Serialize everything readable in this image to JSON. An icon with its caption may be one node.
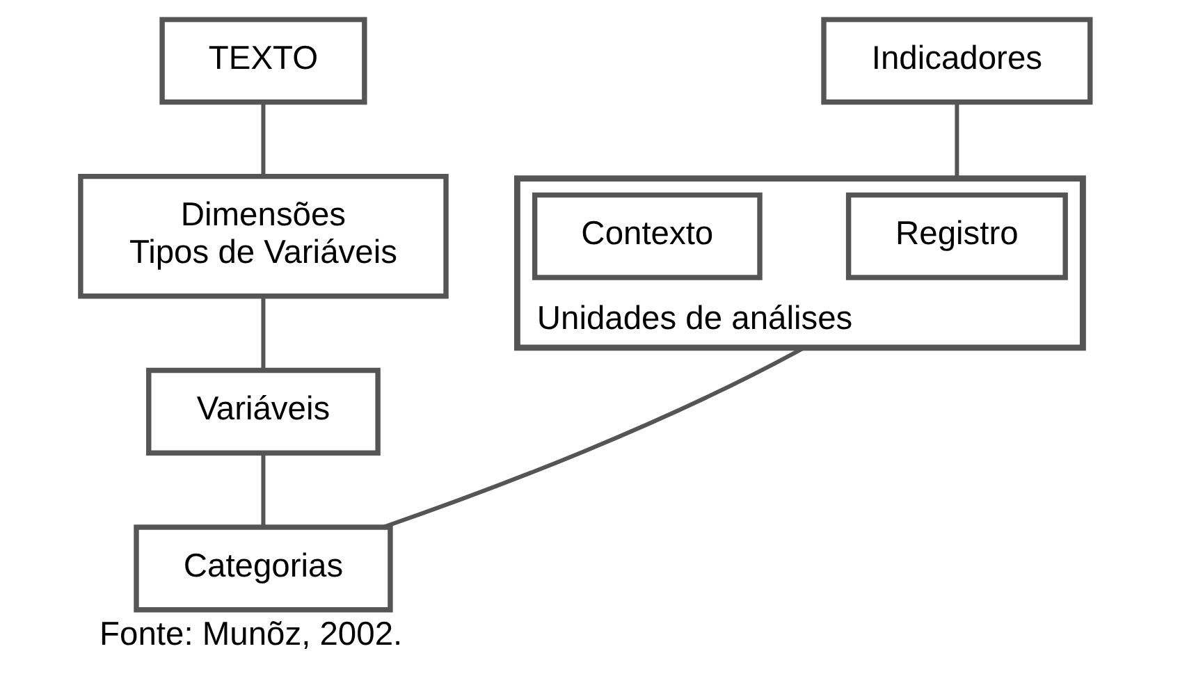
{
  "diagram": {
    "caption": "Fonte: Munõz, 2002.",
    "nodes": [
      {
        "text": [
          "TEXTO"
        ]
      },
      {
        "text": [
          "Dimensões Tipos de Variáveis"
        ]
      },
      {
        "text": [
          "Variáveis"
        ]
      },
      {
        "text": [
          "Categorias"
        ]
      },
      {
        "text": [
          "Indicadores"
        ]
      },
      {
        "text": [
          "Unidades de análises"
        ]
      },
      {
        "text": [
          "Registro"
        ],
        "in": 5
      },
      {
        "text": [
          "Contexto"
        ],
        "in": 5
      }
    ],
    "edges": [
      {
        "from": 0,
        "to": 1,
        "arrow": "none"
      },
      {
        "from": 1,
        "to": 2,
        "arrow": "none"
      },
      {
        "from": 2,
        "to": 3,
        "arrow": "none"
      },
      {
        "from": 3,
        "to": 5,
        "arrow": "none"
      },
      {
        "from": 4,
        "to": 5,
        "arrow": "none"
      }
    ]
  }
}
